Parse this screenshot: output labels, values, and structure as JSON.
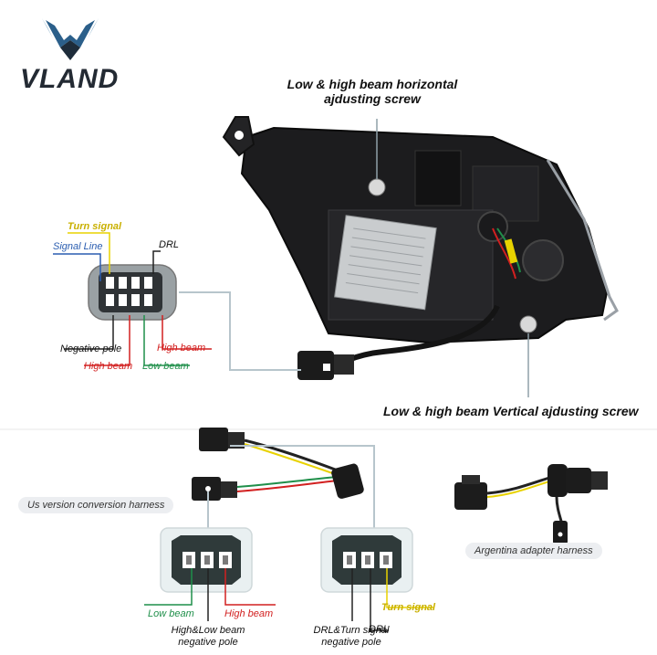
{
  "brand": {
    "name": "VLAND"
  },
  "callouts": {
    "horizontal_screw": {
      "line1": "Low & high beam horizontal",
      "line2": "ajdusting screw"
    },
    "vertical_screw": "Low & high beam Vertical ajdusting screw"
  },
  "main_connector": {
    "turn_signal": "Turn signal",
    "signal_line": "Signal Line",
    "drl": "DRL",
    "negative_pole": "Negative pole",
    "high_beam_right": "High beam",
    "high_beam_bottom": "High beam",
    "low_beam": "Low beam"
  },
  "harnesses": {
    "us": "Us version conversion harness",
    "argentina": "Argentina adapter harness"
  },
  "left_plug": {
    "low_beam": "Low beam",
    "high_beam": "High beam",
    "negative_line1": "High&Low beam",
    "negative_line2": "negative pole"
  },
  "right_plug": {
    "turn_signal": "Turn signal",
    "drl": "DRL",
    "negative_line1": "DRL&Turn signal",
    "negative_line2": "negative pole"
  },
  "colors": {
    "turn_signal": "#e8d200",
    "signal_line": "#2a5db0",
    "high_beam": "#d22020",
    "low_beam": "#1f8f4a",
    "drl": "#222222",
    "connector": "#2f3a3a",
    "housing": "#1c1c1e"
  }
}
